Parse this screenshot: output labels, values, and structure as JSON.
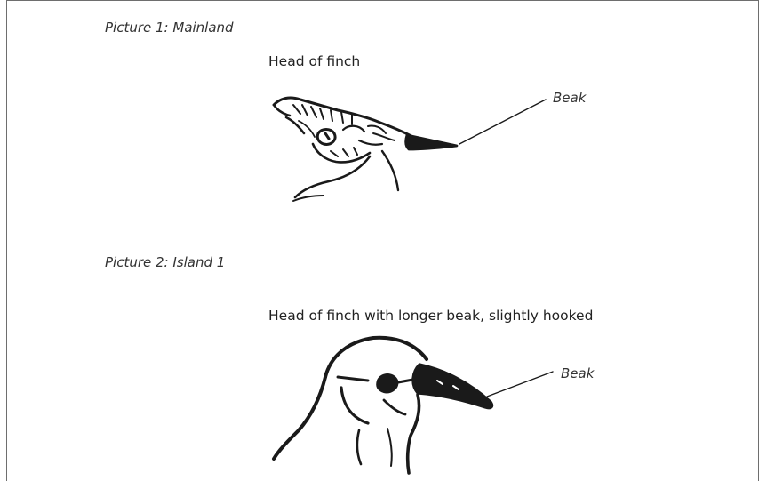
{
  "picture1": {
    "caption": "Picture 1: Mainland",
    "description": "Head of finch",
    "beak_label": "Beak"
  },
  "picture2": {
    "caption": "Picture 2: Island 1",
    "description": "Head of finch with longer beak, slightly hooked",
    "beak_label": "Beak"
  },
  "colors": {
    "ink": "#1a1a1a",
    "frame": "#6e6e6e"
  }
}
